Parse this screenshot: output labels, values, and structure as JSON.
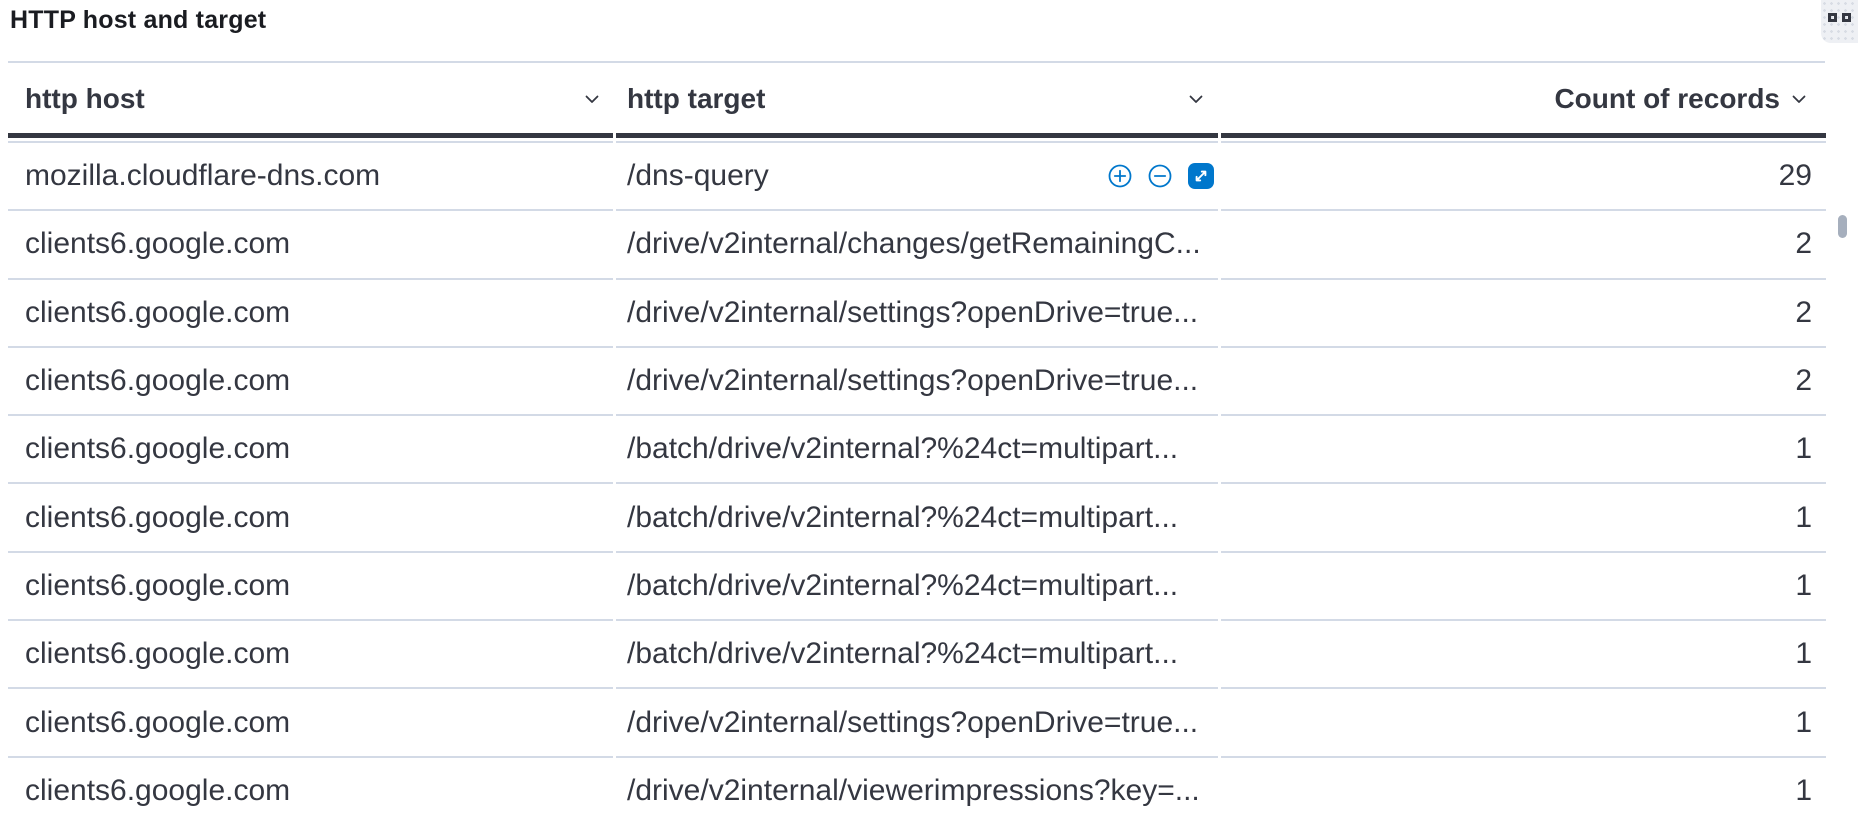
{
  "panel": {
    "title": "HTTP host and target"
  },
  "colors": {
    "accent_blue": "#0077cc",
    "text_dark": "#343741",
    "title_text": "#1a1c21",
    "row_border": "#d3dae6",
    "header_border": "#343741"
  },
  "table": {
    "columns": [
      {
        "id": "http_host",
        "label": "http host"
      },
      {
        "id": "http_target",
        "label": "http target"
      },
      {
        "id": "count_of_records",
        "label": "Count of records"
      }
    ],
    "row_actions": [
      "filter-for",
      "filter-out",
      "expand"
    ],
    "rows": [
      {
        "host": "mozilla.cloudflare-dns.com",
        "target": "/dns-query",
        "count": "29"
      },
      {
        "host": "clients6.google.com",
        "target": "/drive/v2internal/changes/getRemainingC...",
        "count": "2"
      },
      {
        "host": "clients6.google.com",
        "target": "/drive/v2internal/settings?openDrive=true...",
        "count": "2"
      },
      {
        "host": "clients6.google.com",
        "target": "/drive/v2internal/settings?openDrive=true...",
        "count": "2"
      },
      {
        "host": "clients6.google.com",
        "target": "/batch/drive/v2internal?%24ct=multipart...",
        "count": "1"
      },
      {
        "host": "clients6.google.com",
        "target": "/batch/drive/v2internal?%24ct=multipart...",
        "count": "1"
      },
      {
        "host": "clients6.google.com",
        "target": "/batch/drive/v2internal?%24ct=multipart...",
        "count": "1"
      },
      {
        "host": "clients6.google.com",
        "target": "/batch/drive/v2internal?%24ct=multipart...",
        "count": "1"
      },
      {
        "host": "clients6.google.com",
        "target": "/drive/v2internal/settings?openDrive=true...",
        "count": "1"
      },
      {
        "host": "clients6.google.com",
        "target": "/drive/v2internal/viewerimpressions?key=...",
        "count": "1"
      }
    ]
  }
}
